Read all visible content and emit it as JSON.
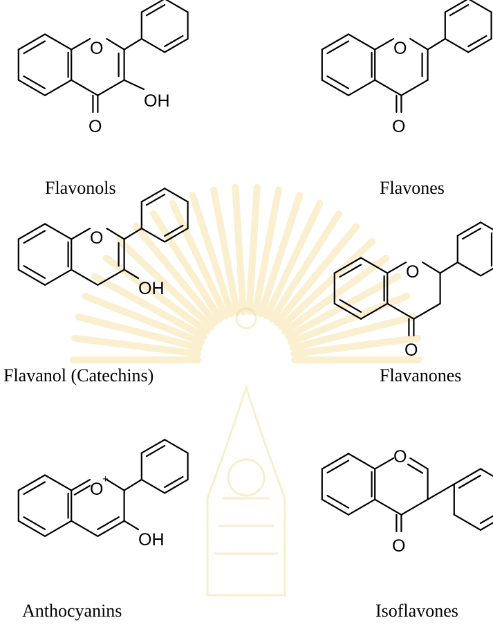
{
  "compounds": [
    {
      "name": "Flavonols",
      "atoms": {
        "ring_o": "O",
        "carbonyl_o": "O",
        "oh": "OH"
      }
    },
    {
      "name": "Flavones",
      "atoms": {
        "ring_o": "O",
        "carbonyl_o": "O"
      }
    },
    {
      "name": "Flavanol (Catechins)",
      "atoms": {
        "ring_o": "O",
        "oh": "OH"
      }
    },
    {
      "name": "Flavanones",
      "atoms": {
        "ring_o": "O",
        "carbonyl_o": "O"
      }
    },
    {
      "name": "Anthocyanins",
      "atoms": {
        "ring_o": "O",
        "charge": "+",
        "oh": "OH"
      }
    },
    {
      "name": "Isoflavones",
      "atoms": {
        "ring_o": "O",
        "carbonyl_o": "O"
      }
    }
  ],
  "watermark": {
    "color": "#f6e3a8"
  }
}
